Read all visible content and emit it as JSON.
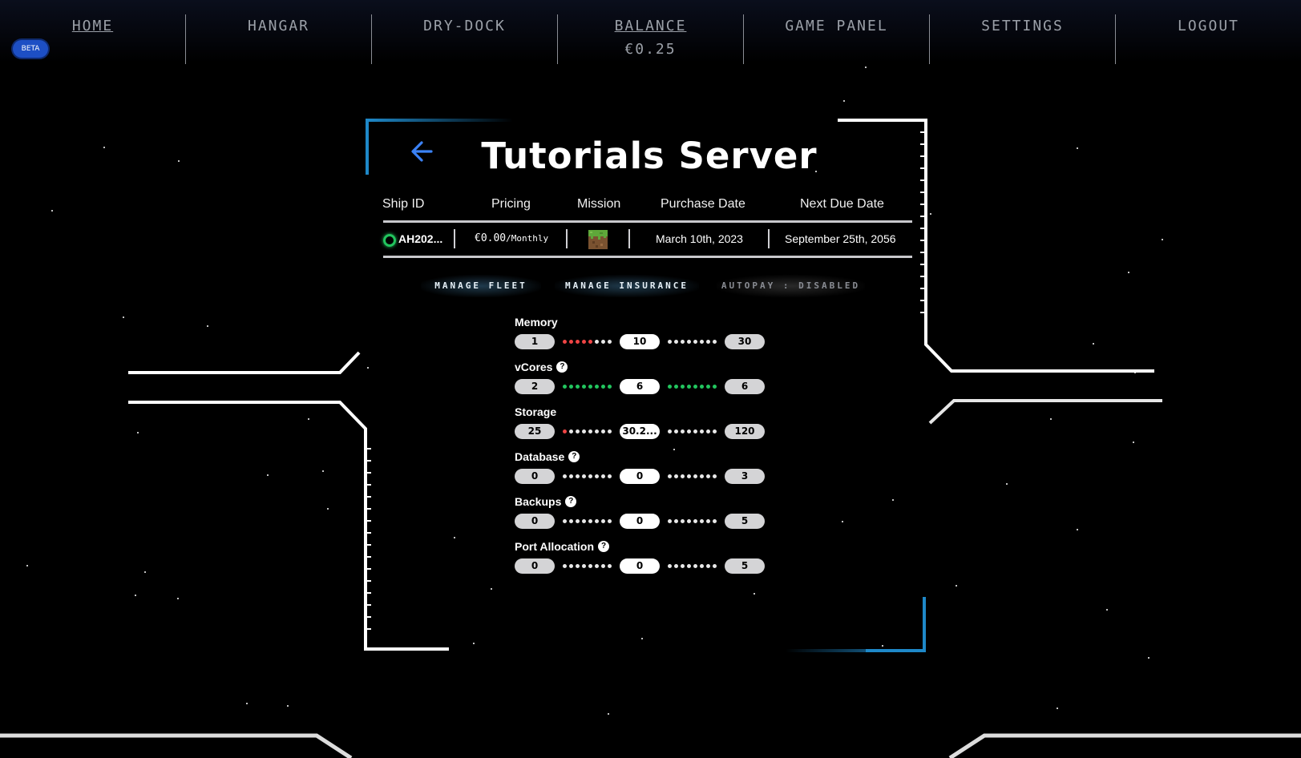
{
  "nav": {
    "items": [
      {
        "label": "HOME"
      },
      {
        "label": "HANGAR"
      },
      {
        "label": "DRY-DOCK"
      },
      {
        "label": "BALANCE",
        "sub": "€0.25"
      },
      {
        "label": "GAME PANEL"
      },
      {
        "label": "SETTINGS"
      },
      {
        "label": "LOGOUT"
      }
    ],
    "beta": "BETA"
  },
  "server": {
    "title": "Tutorials Server",
    "headers": {
      "ship_id": "Ship ID",
      "pricing": "Pricing",
      "mission": "Mission",
      "purchase_date": "Purchase Date",
      "next_due": "Next Due Date"
    },
    "row": {
      "ship_id": "AH202...",
      "price": "€0.00",
      "price_period": "/Monthly",
      "mission_icon": "minecraft-grass-block-icon",
      "purchase_date": "March 10th, 2023",
      "next_due": "September 25th, 2056"
    },
    "status_color": "#22c55e"
  },
  "actions": {
    "manage_fleet": "MANAGE FLEET",
    "manage_insurance": "MANAGE INSURANCE",
    "autopay": "AUTOPAY : DISABLED"
  },
  "resources": [
    {
      "label": "Memory",
      "help": false,
      "min": "1",
      "current": "10",
      "max": "30",
      "left_active": 5,
      "left_color": "red",
      "right_active": 0,
      "right_color": "white"
    },
    {
      "label": "vCores",
      "help": true,
      "min": "2",
      "current": "6",
      "max": "6",
      "left_active": 8,
      "left_color": "green",
      "right_active": 8,
      "right_color": "green"
    },
    {
      "label": "Storage",
      "help": false,
      "min": "25",
      "current": "30.2...",
      "max": "120",
      "left_active": 1,
      "left_color": "red",
      "right_active": 0,
      "right_color": "white"
    },
    {
      "label": "Database",
      "help": true,
      "min": "0",
      "current": "0",
      "max": "3",
      "left_active": 0,
      "left_color": "white",
      "right_active": 0,
      "right_color": "white"
    },
    {
      "label": "Backups",
      "help": true,
      "min": "0",
      "current": "0",
      "max": "5",
      "left_active": 0,
      "left_color": "white",
      "right_active": 0,
      "right_color": "white"
    },
    {
      "label": "Port Allocation",
      "help": true,
      "min": "0",
      "current": "0",
      "max": "5",
      "left_active": 0,
      "left_color": "white",
      "right_active": 0,
      "right_color": "white"
    }
  ],
  "colors": {
    "accent_blue": "#3b82f6",
    "frame_cyan": "#1e88c8",
    "frame_white": "#ffffff"
  }
}
